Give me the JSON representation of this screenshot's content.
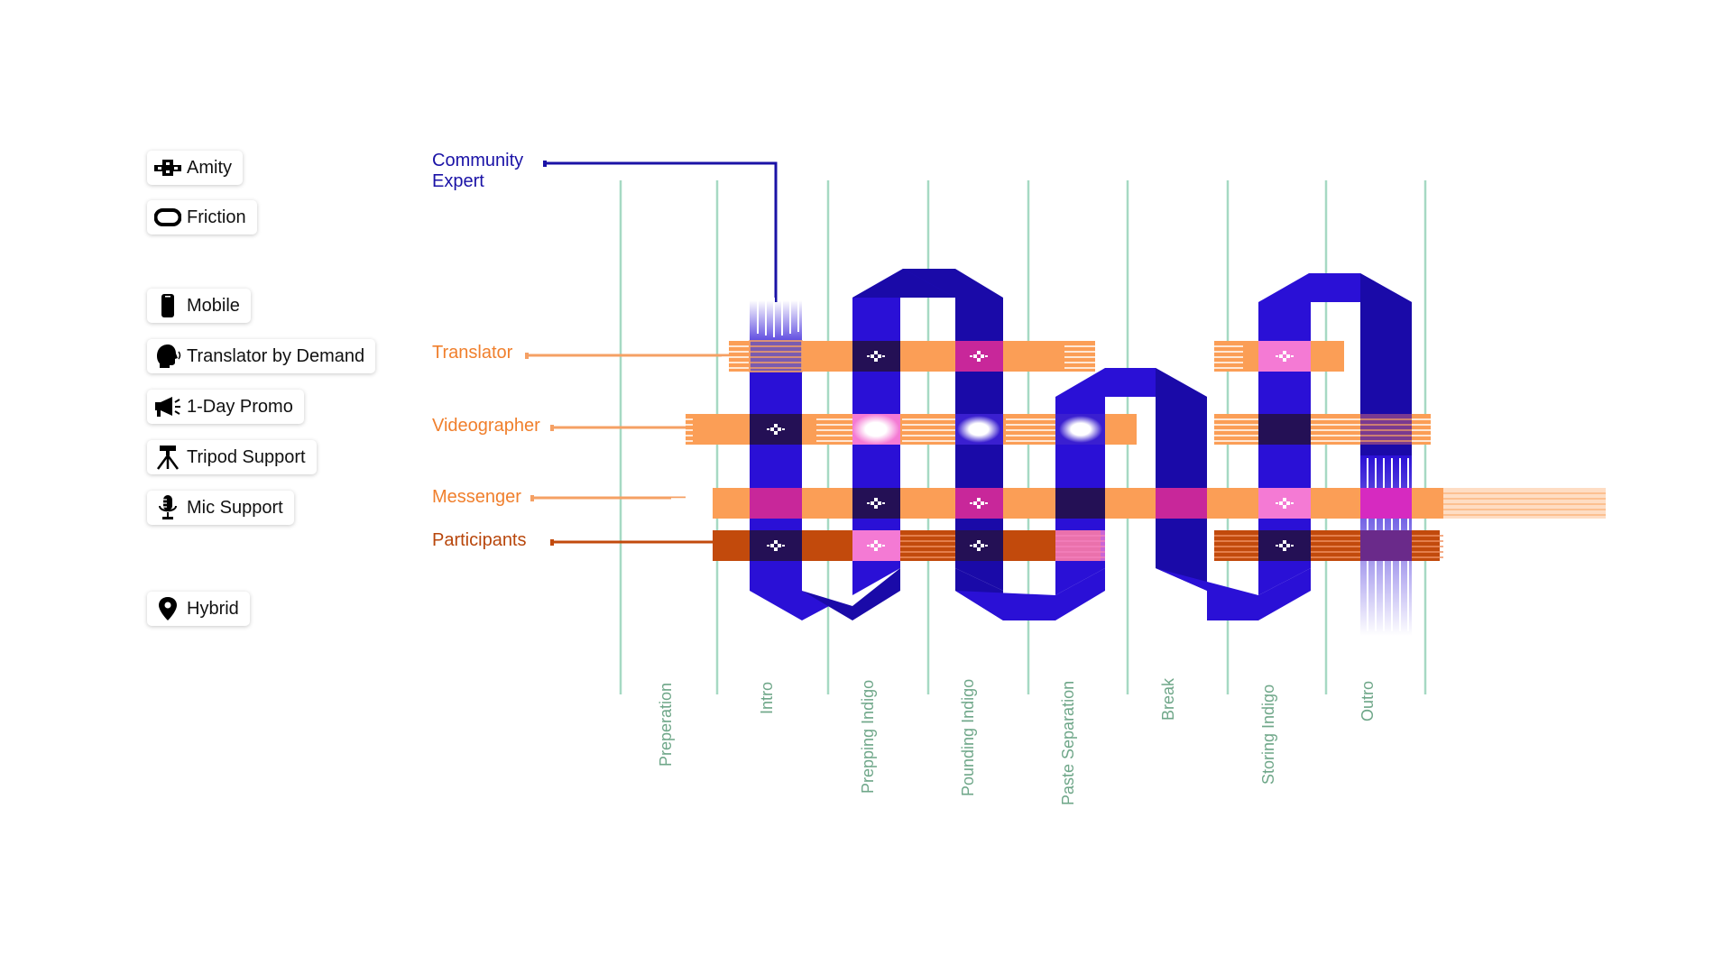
{
  "legend": {
    "interaction_types": [
      {
        "label": "Amity",
        "icon": "amity-icon"
      },
      {
        "label": "Friction",
        "icon": "friction-icon"
      }
    ],
    "supports": [
      {
        "label": "Mobile",
        "icon": "mobile-phone-icon"
      },
      {
        "label": "Translator by Demand",
        "icon": "speaking-head-icon"
      },
      {
        "label": "1-Day Promo",
        "icon": "megaphone-icon"
      },
      {
        "label": "Tripod Support",
        "icon": "tripod-icon"
      },
      {
        "label": "Mic Support",
        "icon": "microphone-icon"
      }
    ],
    "mode": [
      {
        "label": "Hybrid",
        "icon": "location-pin-icon"
      }
    ]
  },
  "roles": {
    "community_expert": {
      "line1": "Community",
      "line2": "Expert",
      "color": "#1a12a6"
    },
    "translator": {
      "label": "Translator",
      "color": "#f07f2c"
    },
    "videographer": {
      "label": "Videographer",
      "color": "#f07f2c"
    },
    "messenger": {
      "label": "Messenger",
      "color": "#f07f2c"
    },
    "participants": {
      "label": "Participants",
      "color": "#b8460b"
    }
  },
  "phases": [
    "Preperation",
    "Intro",
    "Prepping Indigo",
    "Pounding Indigo",
    "Paste Separation",
    "Break",
    "Storing Indigo",
    "Outro"
  ],
  "colors": {
    "expert_blue": "#2a10d6",
    "expert_blue_dark": "#1a0aa8",
    "orange": "#fb9e56",
    "participants": "#c24a0c",
    "magenta": "#c8279a",
    "pink": "#f47ad4",
    "navy": "#241055",
    "phase_line": "#a6d9c3",
    "phase_text": "#6fa789"
  }
}
